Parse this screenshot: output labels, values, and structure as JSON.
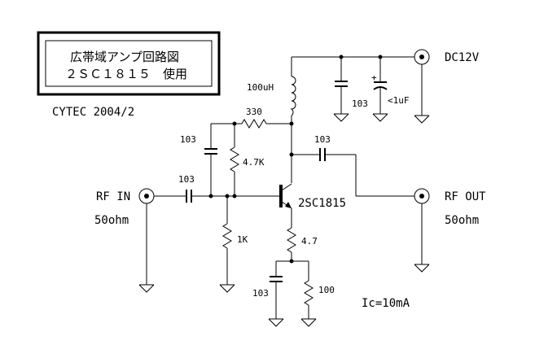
{
  "title": {
    "line1": "広帯域アンプ回路図",
    "line2": "２ＳＣ１８１５　使用"
  },
  "author": "CYTEC 2004/2",
  "ports": {
    "rf_in": "RF IN",
    "rf_in_impedance": "50ohm",
    "rf_out": "RF OUT",
    "rf_out_impedance": "50ohm",
    "dc": "DC12V"
  },
  "components": {
    "inductor": "100uH",
    "r_feedback": "330",
    "c_feedback": "103",
    "r_bias_upper": "4.7K",
    "c_input": "103",
    "r_bias_lower": "1K",
    "transistor": "2SC1815",
    "c_output": "103",
    "r_emitter": "4.7",
    "c_emitter": "103",
    "r_emitter_bypass": "100",
    "c_supply": "103",
    "c_electrolytic": "<1uF"
  },
  "note": "Ic=10mA"
}
